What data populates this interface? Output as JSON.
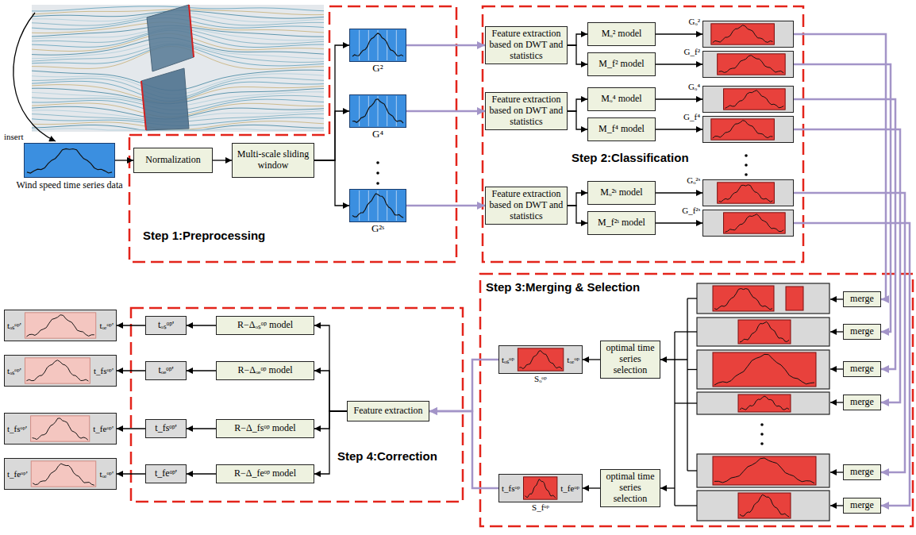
{
  "diagram": {
    "nodes": [
      {
        "text": [
          "Wind speed time series data"
        ]
      },
      {
        "text": [
          "Normalization"
        ]
      },
      {
        "text": [
          "Multi-scale sliding window"
        ]
      },
      {
        "text": [
          "G²"
        ]
      },
      {
        "text": [
          "G⁴"
        ]
      },
      {
        "text": [
          "G²ˢ"
        ]
      },
      {
        "text": [
          "Feature extraction based on DWT and statistics"
        ]
      },
      {
        "text": [
          "Mₒ² model"
        ]
      },
      {
        "text": [
          "M_f² model"
        ]
      },
      {
        "text": [
          "Gₒ²"
        ]
      },
      {
        "text": [
          "G_f²"
        ]
      },
      {
        "text": [
          "Feature extraction based on DWT and statistics"
        ]
      },
      {
        "text": [
          "Mₒ⁴ model"
        ]
      },
      {
        "text": [
          "M_f⁴ model"
        ]
      },
      {
        "text": [
          "Gₒ⁴"
        ]
      },
      {
        "text": [
          "G_f⁴"
        ]
      },
      {
        "text": [
          "Feature extraction based on DWT and statistics"
        ]
      },
      {
        "text": [
          "Mₒ²ˢ model"
        ]
      },
      {
        "text": [
          "M_f²ˢ model"
        ]
      },
      {
        "text": [
          "Gₒ²ˢ"
        ]
      },
      {
        "text": [
          "G_f²ˢ"
        ]
      },
      {
        "text": [
          "merge"
        ]
      },
      {
        "text": [
          "merge"
        ]
      },
      {
        "text": [
          "merge"
        ]
      },
      {
        "text": [
          "merge"
        ]
      },
      {
        "text": [
          "merge"
        ]
      },
      {
        "text": [
          "merge"
        ]
      },
      {
        "text": [
          "optimal time series selection"
        ]
      },
      {
        "text": [
          "optimal time series selection"
        ]
      },
      {
        "text": [
          "tₒₛᵒᵖ",
          "tₒₑᵒᵖ",
          "Sₒᵒᵖ"
        ]
      },
      {
        "text": [
          "t_fsᵒᵖ",
          "t_feᵒᵖ",
          "S_fᵒᵖ"
        ]
      },
      {
        "text": [
          "Feature extraction"
        ]
      },
      {
        "text": [
          "R−Δₒₛᵒᵖ model"
        ]
      },
      {
        "text": [
          "R−Δₒₑᵒᵖ model"
        ]
      },
      {
        "text": [
          "R−Δ_fsᵒᵖ model"
        ]
      },
      {
        "text": [
          "R−Δ_feᵒᵖ model"
        ]
      },
      {
        "text": [
          "tₒₛᵒᵖ'"
        ]
      },
      {
        "text": [
          "tₒₑᵒᵖ'"
        ]
      },
      {
        "text": [
          "t_fsᵒᵖ'"
        ]
      },
      {
        "text": [
          "t_feᵒᵖ'"
        ]
      },
      {
        "text": [
          "tₒₛᵒᵖ'",
          "tₒₑᵒᵖ'"
        ]
      },
      {
        "text": [
          "tₒₛᵒᵖ'",
          "t_fsᵒᵖ'"
        ]
      },
      {
        "text": [
          "t_fsᵒᵖ'",
          "t_feᵒᵖ'"
        ]
      },
      {
        "text": [
          "t_feᵒᵖ'",
          "tₒₑᵒᵖ'"
        ]
      }
    ],
    "edges": [
      {
        "from": 0,
        "to": 1,
        "arrow": "to"
      },
      {
        "from": 1,
        "to": 2,
        "arrow": "to"
      },
      {
        "from": 2,
        "to": 3,
        "arrow": "to"
      },
      {
        "from": 2,
        "to": 4,
        "arrow": "to"
      },
      {
        "from": 2,
        "to": 5,
        "arrow": "to"
      },
      {
        "from": 3,
        "to": 6,
        "arrow": "to"
      },
      {
        "from": 4,
        "to": 11,
        "arrow": "to"
      },
      {
        "from": 5,
        "to": 16,
        "arrow": "to"
      },
      {
        "from": 6,
        "to": 7,
        "arrow": "to"
      },
      {
        "from": 6,
        "to": 8,
        "arrow": "to"
      },
      {
        "from": 7,
        "to": 9,
        "arrow": "to"
      },
      {
        "from": 8,
        "to": 10,
        "arrow": "to"
      },
      {
        "from": 11,
        "to": 12,
        "arrow": "to"
      },
      {
        "from": 11,
        "to": 13,
        "arrow": "to"
      },
      {
        "from": 12,
        "to": 14,
        "arrow": "to"
      },
      {
        "from": 13,
        "to": 15,
        "arrow": "to"
      },
      {
        "from": 16,
        "to": 17,
        "arrow": "to"
      },
      {
        "from": 16,
        "to": 18,
        "arrow": "to"
      },
      {
        "from": 17,
        "to": 19,
        "arrow": "to"
      },
      {
        "from": 18,
        "to": 20,
        "arrow": "to"
      },
      {
        "from": 9,
        "to": 21,
        "arrow": "to"
      },
      {
        "from": 10,
        "to": 22,
        "arrow": "to"
      },
      {
        "from": 14,
        "to": 23,
        "arrow": "to"
      },
      {
        "from": 15,
        "to": 24,
        "arrow": "to"
      },
      {
        "from": 19,
        "to": 25,
        "arrow": "to"
      },
      {
        "from": 20,
        "to": 26,
        "arrow": "to"
      },
      {
        "from": 27,
        "to": 29,
        "arrow": "to"
      },
      {
        "from": 28,
        "to": 30,
        "arrow": "to"
      },
      {
        "from": 29,
        "to": 31,
        "arrow": "to"
      },
      {
        "from": 30,
        "to": 31,
        "arrow": "to"
      },
      {
        "from": 31,
        "to": 32,
        "arrow": "to"
      },
      {
        "from": 31,
        "to": 33,
        "arrow": "to"
      },
      {
        "from": 31,
        "to": 34,
        "arrow": "to"
      },
      {
        "from": 31,
        "to": 35,
        "arrow": "to"
      },
      {
        "from": 32,
        "to": 36,
        "arrow": "to"
      },
      {
        "from": 33,
        "to": 37,
        "arrow": "to"
      },
      {
        "from": 34,
        "to": 38,
        "arrow": "to"
      },
      {
        "from": 35,
        "to": 39,
        "arrow": "to"
      },
      {
        "from": 36,
        "to": 40,
        "arrow": "to"
      },
      {
        "from": 37,
        "to": 41,
        "arrow": "to"
      },
      {
        "from": 38,
        "to": 42,
        "arrow": "to"
      },
      {
        "from": 39,
        "to": 43,
        "arrow": "to"
      }
    ],
    "labels": [
      "insert",
      "Step 1:Preprocessing",
      "Step 2:Classification",
      "Step 3:Merging & Selection",
      "Step 4:Correction"
    ]
  }
}
